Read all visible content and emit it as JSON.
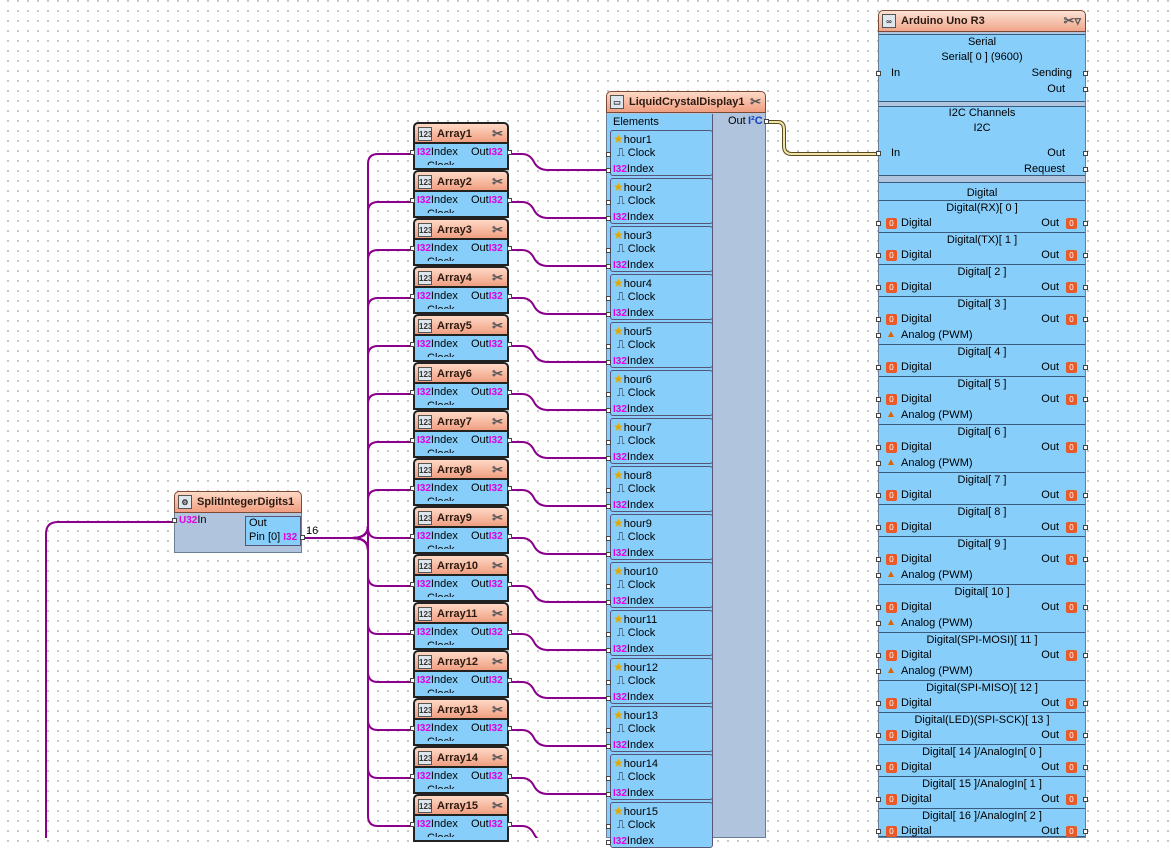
{
  "split": {
    "title": "SplitIntegerDigits1",
    "in_label": "In",
    "out_label": "Out",
    "pin0_label": "Pin [0]",
    "type_u32": "U32",
    "type_i32": "I32",
    "wire_count": "16"
  },
  "arrays": [
    {
      "title": "Array1"
    },
    {
      "title": "Array2"
    },
    {
      "title": "Array3"
    },
    {
      "title": "Array4"
    },
    {
      "title": "Array5"
    },
    {
      "title": "Array6"
    },
    {
      "title": "Array7"
    },
    {
      "title": "Array8"
    },
    {
      "title": "Array9"
    },
    {
      "title": "Array10"
    },
    {
      "title": "Array11"
    },
    {
      "title": "Array12"
    },
    {
      "title": "Array13"
    },
    {
      "title": "Array14"
    },
    {
      "title": "Array15"
    }
  ],
  "array_labels": {
    "index": "Index",
    "out": "Out",
    "type": "I32",
    "clock": "Clock"
  },
  "lcd": {
    "title": "LiquidCrystalDisplay1",
    "elements_label": "Elements",
    "out_label": "Out",
    "i2c_badge": "I²C",
    "item_labels": {
      "clock": "Clock",
      "index": "Index",
      "type": "I32"
    },
    "items": [
      "hour1",
      "hour2",
      "hour3",
      "hour4",
      "hour5",
      "hour6",
      "hour7",
      "hour8",
      "hour9",
      "hour10",
      "hour11",
      "hour12",
      "hour13",
      "hour14",
      "hour15"
    ]
  },
  "arduino": {
    "title": "Arduino Uno R3",
    "serial_header": "Serial",
    "serial0": "Serial[ 0 ] (9600)",
    "in": "In",
    "sending": "Sending",
    "out": "Out",
    "i2c_header": "I2C Channels",
    "i2c": "I2C",
    "request": "Request",
    "digital_header": "Digital",
    "digital_label": "Digital",
    "analog_pwm": "Analog (PWM)",
    "channels": [
      {
        "name": "Digital(RX)[ 0 ]",
        "pwm": false
      },
      {
        "name": "Digital(TX)[ 1 ]",
        "pwm": false
      },
      {
        "name": "Digital[ 2 ]",
        "pwm": false
      },
      {
        "name": "Digital[ 3 ]",
        "pwm": true
      },
      {
        "name": "Digital[ 4 ]",
        "pwm": false
      },
      {
        "name": "Digital[ 5 ]",
        "pwm": true
      },
      {
        "name": "Digital[ 6 ]",
        "pwm": true
      },
      {
        "name": "Digital[ 7 ]",
        "pwm": false
      },
      {
        "name": "Digital[ 8 ]",
        "pwm": false
      },
      {
        "name": "Digital[ 9 ]",
        "pwm": true
      },
      {
        "name": "Digital[ 10 ]",
        "pwm": true
      },
      {
        "name": "Digital(SPI-MOSI)[ 11 ]",
        "pwm": true
      },
      {
        "name": "Digital(SPI-MISO)[ 12 ]",
        "pwm": false
      },
      {
        "name": "Digital(LED)(SPI-SCK)[ 13 ]",
        "pwm": false
      },
      {
        "name": "Digital[ 14 ]/AnalogIn[ 0 ]",
        "pwm": false
      },
      {
        "name": "Digital[ 15 ]/AnalogIn[ 1 ]",
        "pwm": false
      },
      {
        "name": "Digital[ 16 ]/AnalogIn[ 2 ]",
        "pwm": false
      }
    ]
  }
}
